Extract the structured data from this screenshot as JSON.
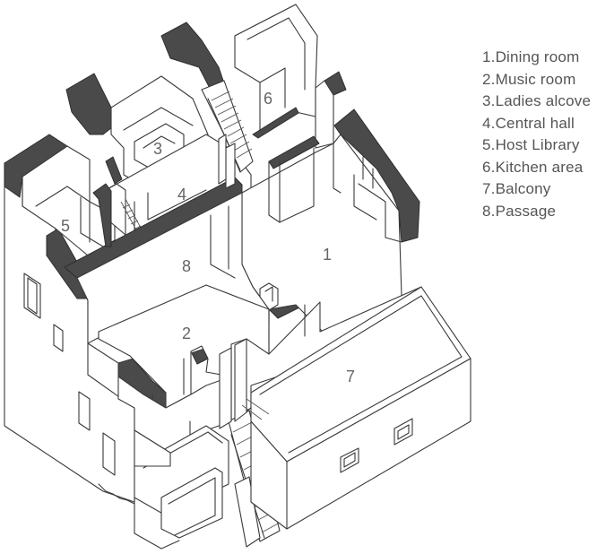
{
  "legend": {
    "items": [
      "1.Dining room",
      "2.Music room",
      "3.Ladies alcove",
      "4.Central hall",
      "5.Host Library",
      "6.Kitchen area",
      "7.Balcony",
      "8.Passage"
    ]
  },
  "room_numbers": [
    "1",
    "2",
    "3",
    "4",
    "5",
    "6",
    "7",
    "8"
  ],
  "colors": {
    "wall_cap": "#4a4a4a",
    "line": "#3a3a3a",
    "label": "#666666"
  }
}
